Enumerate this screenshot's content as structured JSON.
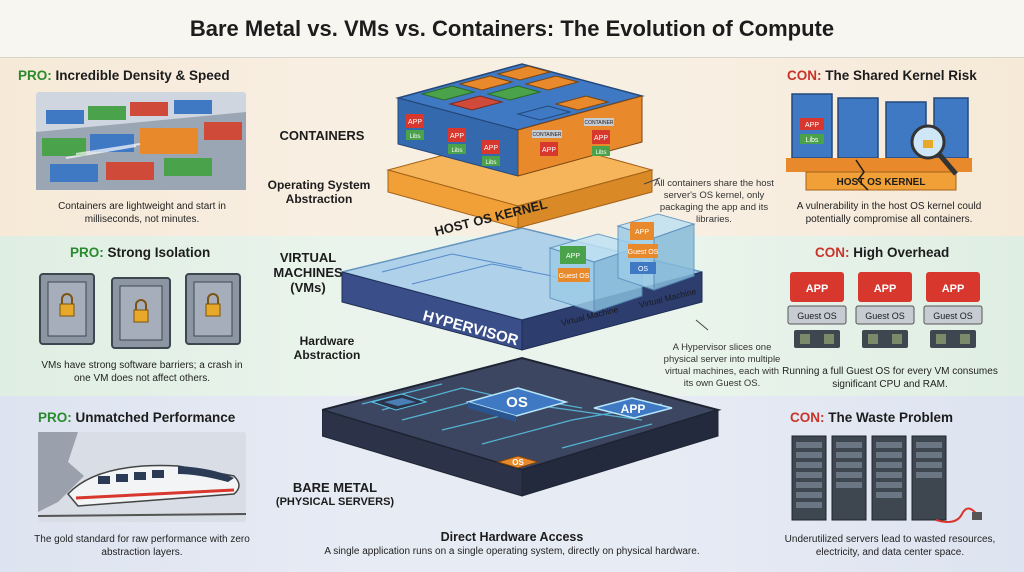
{
  "title": "Bare Metal vs.  VMs vs. Containers: The Evolution of Compute",
  "containers": {
    "pro_prefix": "PRO:",
    "pro_title": "Incredible Density & Speed",
    "pro_caption": "Containers are lightweight and start in milliseconds, not minutes.",
    "con_prefix": "CON:",
    "con_title": "The Shared Kernel Risk",
    "con_caption": "A vulnerability in the host OS kernel could potentially compromise all containers.",
    "layer_label": "CONTAINERS",
    "kernel_label": "HOST OS KERNEL",
    "note": "All containers share the host server's OS kernel, only packaging the app and its libraries.",
    "app_label": "APP",
    "libs_label": "Libs",
    "container_label": "CONTAINER"
  },
  "os_abstraction": "Operating System Abstraction",
  "vms": {
    "pro_prefix": "PRO:",
    "pro_title": "Strong Isolation",
    "pro_caption": "VMs have strong software barriers; a crash in one VM does not affect others.",
    "con_prefix": "CON:",
    "con_title": "High Overhead",
    "con_caption": "Running a full Guest OS for every VM consumes significant CPU and RAM.",
    "layer_label_1": "VIRTUAL",
    "layer_label_2": "MACHINES",
    "layer_label_3": "(VMs)",
    "hypervisor_label": "HYPERVISOR",
    "vm_label": "Virtual Machine",
    "guest_os_label": "Guest OS",
    "os_label": "OS",
    "note": "A Hypervisor slices one physical server into multiple virtual machines, each with its own Guest OS."
  },
  "hardware_abstraction": "Hardware Abstraction",
  "bare_metal": {
    "pro_prefix": "PRO:",
    "pro_title": "Unmatched Performance",
    "pro_caption": "The gold standard for raw performance with zero abstraction layers.",
    "con_prefix": "CON:",
    "con_title": "The Waste Problem",
    "con_caption": "Underutilized servers lead to wasted resources, electricity, and data center space.",
    "layer_label_1": "BARE METAL",
    "layer_label_2": "(PHYSICAL SERVERS)",
    "direct_title": "Direct Hardware Access",
    "direct_caption": "A single application runs on a single operating system, directly on physical hardware.",
    "chip_os": "OS",
    "chip_app": "APP"
  },
  "colors": {
    "pro": "#2a8a2e",
    "con": "#c8342a",
    "kernel": "#f0a037",
    "hypervisor": "#3a4f8a",
    "container_blue": "#3f79c4",
    "container_orange": "#e88a2c",
    "container_green": "#4aa24a",
    "app_red": "#d8372d"
  }
}
